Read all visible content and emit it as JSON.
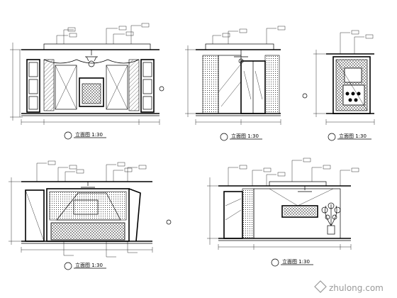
{
  "drawing": {
    "views": [
      {
        "id": "elev-1",
        "title": "立面图 1:30"
      },
      {
        "id": "elev-2",
        "title": "立面图 1:30"
      },
      {
        "id": "elev-3",
        "title": "立面图 1:30"
      },
      {
        "id": "elev-4",
        "title": "立面图 1:30"
      },
      {
        "id": "elev-5",
        "title": "立面图 1:30"
      }
    ],
    "watermark": "zhulong.com"
  }
}
